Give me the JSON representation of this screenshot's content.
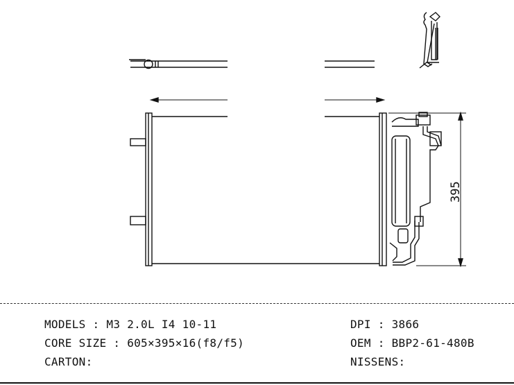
{
  "dimension": {
    "height_label": "395"
  },
  "specs": {
    "models": "MODELS : M3 2.0L I4 10-11",
    "core_size": "CORE SIZE : 605×395×16(f8/f5)",
    "carton": "CARTON:",
    "dpi": "DPI : 3866",
    "oem": "OEM : BBP2-61-480B",
    "nissens": "NISSENS:"
  }
}
